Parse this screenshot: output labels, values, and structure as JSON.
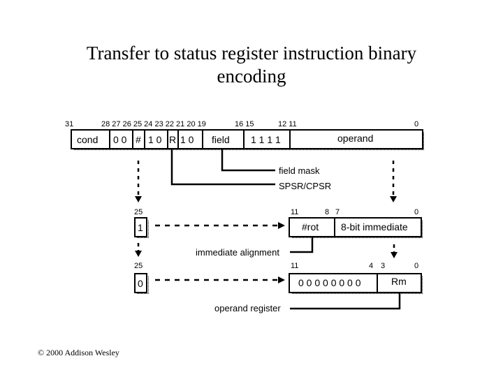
{
  "title": {
    "line1": "Transfer to status register instruction binary",
    "line2": "encoding"
  },
  "main_register": {
    "bit_labels": [
      "31",
      "28 27 26 25 24 23 22 21 20 19",
      "16 15",
      "12 11",
      "0"
    ],
    "fields": [
      "cond",
      "0 0",
      "#",
      "1 0",
      "R",
      "1 0",
      "field",
      "1 1 1 1",
      "operand"
    ]
  },
  "annotations": {
    "field_mask": "field mask",
    "spsr_cpsr": "SPSR/CPSR",
    "immediate_alignment": "immediate alignment",
    "operand_register": "operand register"
  },
  "immediate_row": {
    "bit_labels": [
      "25",
      "11",
      "8",
      "7",
      "0"
    ],
    "flag": "1",
    "rot": "#rot",
    "imm": "8-bit immediate"
  },
  "register_row": {
    "bit_labels": [
      "25",
      "11",
      "4",
      "3",
      "0"
    ],
    "flag": "0",
    "zeros": "0 0 0 0 0 0 0 0",
    "rm": "Rm"
  },
  "copyright": "© 2000 Addison Wesley"
}
